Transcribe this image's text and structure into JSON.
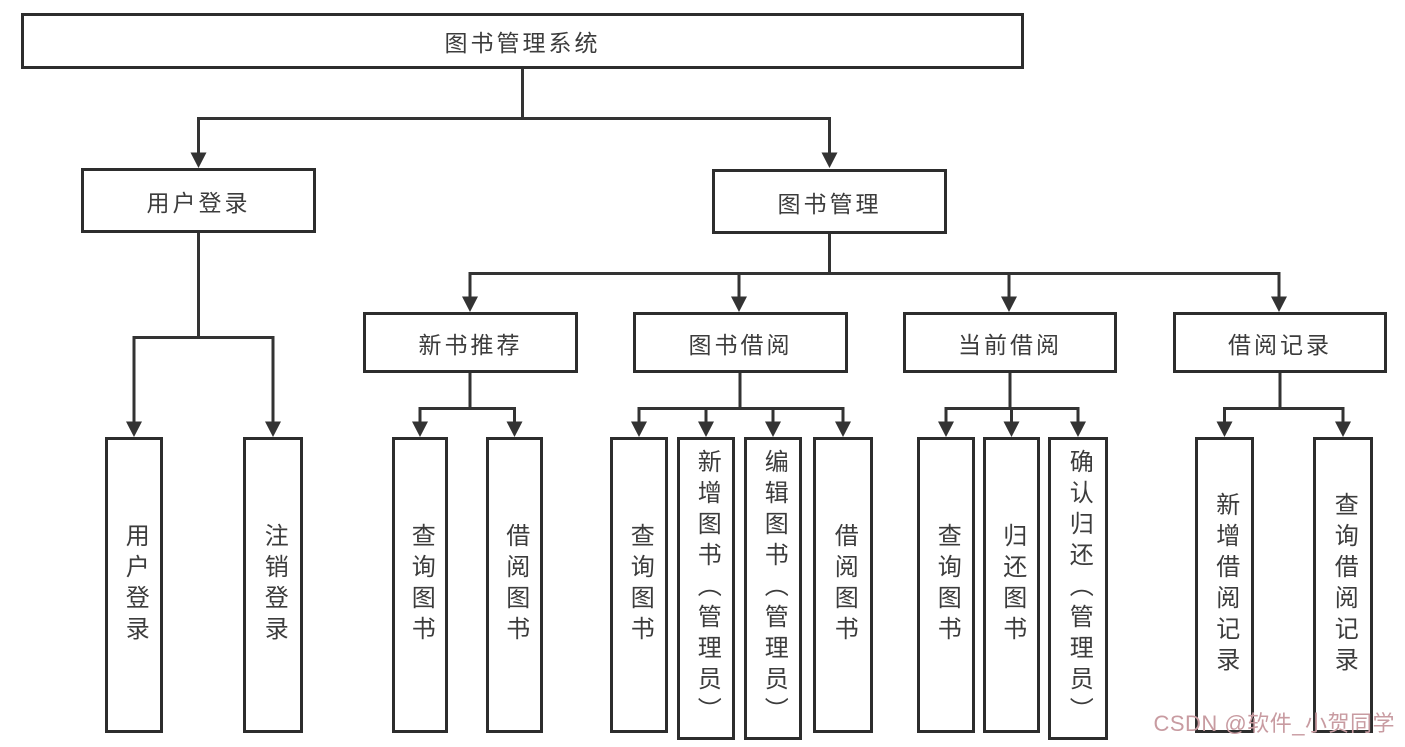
{
  "diagram": {
    "root": {
      "label": "图书管理系统"
    },
    "level1": [
      {
        "label": "用户登录"
      },
      {
        "label": "图书管理"
      }
    ],
    "level2": [
      {
        "label": "新书推荐",
        "parent": "图书管理"
      },
      {
        "label": "图书借阅",
        "parent": "图书管理"
      },
      {
        "label": "当前借阅",
        "parent": "图书管理"
      },
      {
        "label": "借阅记录",
        "parent": "图书管理"
      }
    ],
    "leaves": [
      {
        "label": "用户登录",
        "parent": "用户登录"
      },
      {
        "label": "注销登录",
        "parent": "用户登录"
      },
      {
        "label": "查询图书",
        "parent": "新书推荐"
      },
      {
        "label": "借阅图书",
        "parent": "新书推荐"
      },
      {
        "label": "查询图书",
        "parent": "图书借阅"
      },
      {
        "label": "新增图书（管理员）",
        "parent": "图书借阅"
      },
      {
        "label": "编辑图书（管理员）",
        "parent": "图书借阅"
      },
      {
        "label": "借阅图书",
        "parent": "图书借阅"
      },
      {
        "label": "查询图书",
        "parent": "当前借阅"
      },
      {
        "label": "归还图书",
        "parent": "当前借阅"
      },
      {
        "label": "确认归还（管理员）",
        "parent": "当前借阅"
      },
      {
        "label": "新增借阅记录",
        "parent": "借阅记录"
      },
      {
        "label": "查询借阅记录",
        "parent": "借阅记录"
      }
    ]
  },
  "watermark": {
    "text": "CSDN @软件_小贺同学",
    "color": "#c89ba1"
  },
  "colors": {
    "line": "#333333",
    "box_border": "#2d2d2d",
    "text": "#3c3c3c",
    "background": "#ffffff"
  }
}
